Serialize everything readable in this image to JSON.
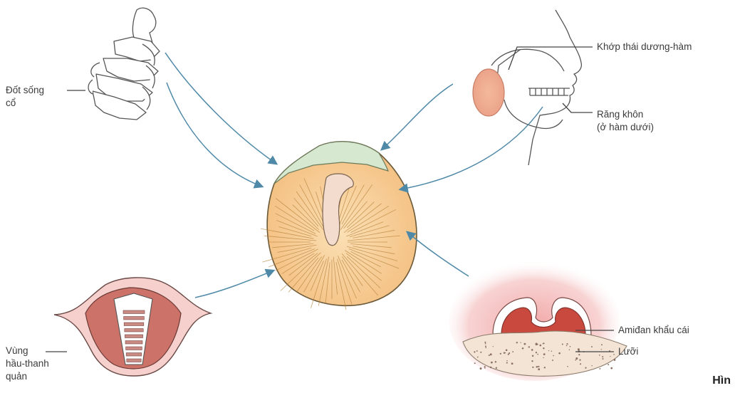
{
  "labels": {
    "cervical_vertebrae": [
      "Đốt sống",
      "cổ"
    ],
    "tmj": "Khớp thái dương-hàm",
    "wisdom_tooth": [
      "Răng khôn",
      "(ở hàm dưới)"
    ],
    "larynx_region": [
      "Vùng",
      "hầu-thanh",
      "quản"
    ],
    "palatine_tonsil": "Amiđan khẩu cái",
    "tongue": "Lưỡi"
  },
  "figure_label_fragment": "Hìn",
  "colors": {
    "arrow": "#4f89a8",
    "ear_fill": "#f5c890",
    "ear_top": "#d6e8cf",
    "canal": "#f3dccd",
    "throat_bg": "#f6c9c9",
    "tonsil": "#c9493f",
    "vocal_muscle": "#c86b63",
    "line_art": "#555555"
  }
}
